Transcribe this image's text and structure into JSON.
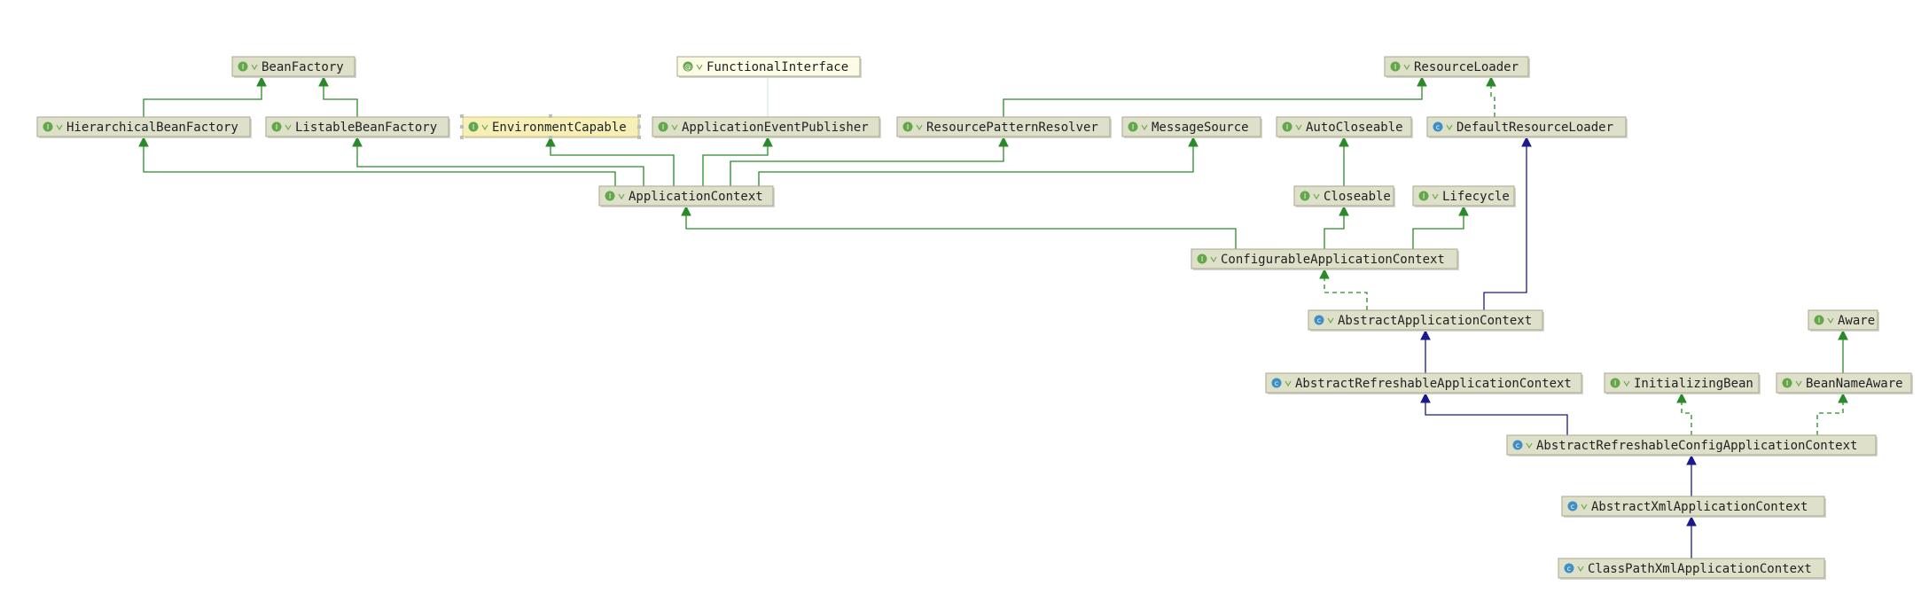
{
  "diagram": {
    "colors": {
      "extends_interface": "#2a8a2a",
      "implements": "#2a8a2a",
      "extends_class": "#1a1a8a",
      "annotation_link": "#cfe4cf",
      "interface_badge": "#64a64a",
      "class_badge": "#3f8fc7",
      "annotation_badge": "#64a64a"
    },
    "nodes": [
      {
        "id": "BeanFactory",
        "label": "BeanFactory",
        "kind": "interface"
      },
      {
        "id": "FunctionalInterface",
        "label": "FunctionalInterface",
        "kind": "annotation"
      },
      {
        "id": "ResourceLoader",
        "label": "ResourceLoader",
        "kind": "interface"
      },
      {
        "id": "HierarchicalBeanFactory",
        "label": "HierarchicalBeanFactory",
        "kind": "interface"
      },
      {
        "id": "ListableBeanFactory",
        "label": "ListableBeanFactory",
        "kind": "interface"
      },
      {
        "id": "EnvironmentCapable",
        "label": "EnvironmentCapable",
        "kind": "interface",
        "selected": true
      },
      {
        "id": "ApplicationEventPublisher",
        "label": "ApplicationEventPublisher",
        "kind": "interface"
      },
      {
        "id": "ResourcePatternResolver",
        "label": "ResourcePatternResolver",
        "kind": "interface"
      },
      {
        "id": "MessageSource",
        "label": "MessageSource",
        "kind": "interface"
      },
      {
        "id": "AutoCloseable",
        "label": "AutoCloseable",
        "kind": "interface",
        "light": true
      },
      {
        "id": "DefaultResourceLoader",
        "label": "DefaultResourceLoader",
        "kind": "class"
      },
      {
        "id": "ApplicationContext",
        "label": "ApplicationContext",
        "kind": "interface"
      },
      {
        "id": "Closeable",
        "label": "Closeable",
        "kind": "interface",
        "light": true
      },
      {
        "id": "Lifecycle",
        "label": "Lifecycle",
        "kind": "interface"
      },
      {
        "id": "ConfigurableApplicationContext",
        "label": "ConfigurableApplicationContext",
        "kind": "interface"
      },
      {
        "id": "AbstractApplicationContext",
        "label": "AbstractApplicationContext",
        "kind": "class"
      },
      {
        "id": "Aware",
        "label": "Aware",
        "kind": "interface"
      },
      {
        "id": "AbstractRefreshableApplicationContext",
        "label": "AbstractRefreshableApplicationContext",
        "kind": "class"
      },
      {
        "id": "InitializingBean",
        "label": "InitializingBean",
        "kind": "interface"
      },
      {
        "id": "BeanNameAware",
        "label": "BeanNameAware",
        "kind": "interface"
      },
      {
        "id": "AbstractRefreshableConfigApplicationContext",
        "label": "AbstractRefreshableConfigApplicationContext",
        "kind": "class"
      },
      {
        "id": "AbstractXmlApplicationContext",
        "label": "AbstractXmlApplicationContext",
        "kind": "class"
      },
      {
        "id": "ClassPathXmlApplicationContext",
        "label": "ClassPathXmlApplicationContext",
        "kind": "class"
      }
    ],
    "edges": [
      {
        "from": "HierarchicalBeanFactory",
        "to": "BeanFactory",
        "type": "extends_interface"
      },
      {
        "from": "ListableBeanFactory",
        "to": "BeanFactory",
        "type": "extends_interface"
      },
      {
        "from": "ApplicationContext",
        "to": "HierarchicalBeanFactory",
        "type": "extends_interface"
      },
      {
        "from": "ApplicationContext",
        "to": "ListableBeanFactory",
        "type": "extends_interface"
      },
      {
        "from": "ApplicationContext",
        "to": "EnvironmentCapable",
        "type": "extends_interface"
      },
      {
        "from": "ApplicationContext",
        "to": "ApplicationEventPublisher",
        "type": "extends_interface"
      },
      {
        "from": "ApplicationContext",
        "to": "ResourcePatternResolver",
        "type": "extends_interface"
      },
      {
        "from": "ApplicationContext",
        "to": "MessageSource",
        "type": "extends_interface"
      },
      {
        "from": "ResourcePatternResolver",
        "to": "ResourceLoader",
        "type": "extends_interface"
      },
      {
        "from": "DefaultResourceLoader",
        "to": "ResourceLoader",
        "type": "implements"
      },
      {
        "from": "ApplicationEventPublisher",
        "to": "FunctionalInterface",
        "type": "annotation_link"
      },
      {
        "from": "Closeable",
        "to": "AutoCloseable",
        "type": "extends_interface"
      },
      {
        "from": "ConfigurableApplicationContext",
        "to": "ApplicationContext",
        "type": "extends_interface"
      },
      {
        "from": "ConfigurableApplicationContext",
        "to": "Closeable",
        "type": "extends_interface"
      },
      {
        "from": "ConfigurableApplicationContext",
        "to": "Lifecycle",
        "type": "extends_interface"
      },
      {
        "from": "AbstractApplicationContext",
        "to": "ConfigurableApplicationContext",
        "type": "implements"
      },
      {
        "from": "AbstractApplicationContext",
        "to": "DefaultResourceLoader",
        "type": "extends_class"
      },
      {
        "from": "AbstractRefreshableApplicationContext",
        "to": "AbstractApplicationContext",
        "type": "extends_class"
      },
      {
        "from": "BeanNameAware",
        "to": "Aware",
        "type": "extends_interface"
      },
      {
        "from": "AbstractRefreshableConfigApplicationContext",
        "to": "AbstractRefreshableApplicationContext",
        "type": "extends_class"
      },
      {
        "from": "AbstractRefreshableConfigApplicationContext",
        "to": "InitializingBean",
        "type": "implements"
      },
      {
        "from": "AbstractRefreshableConfigApplicationContext",
        "to": "BeanNameAware",
        "type": "implements"
      },
      {
        "from": "AbstractXmlApplicationContext",
        "to": "AbstractRefreshableConfigApplicationContext",
        "type": "extends_class"
      },
      {
        "from": "ClassPathXmlApplicationContext",
        "to": "AbstractXmlApplicationContext",
        "type": "extends_class"
      }
    ]
  }
}
